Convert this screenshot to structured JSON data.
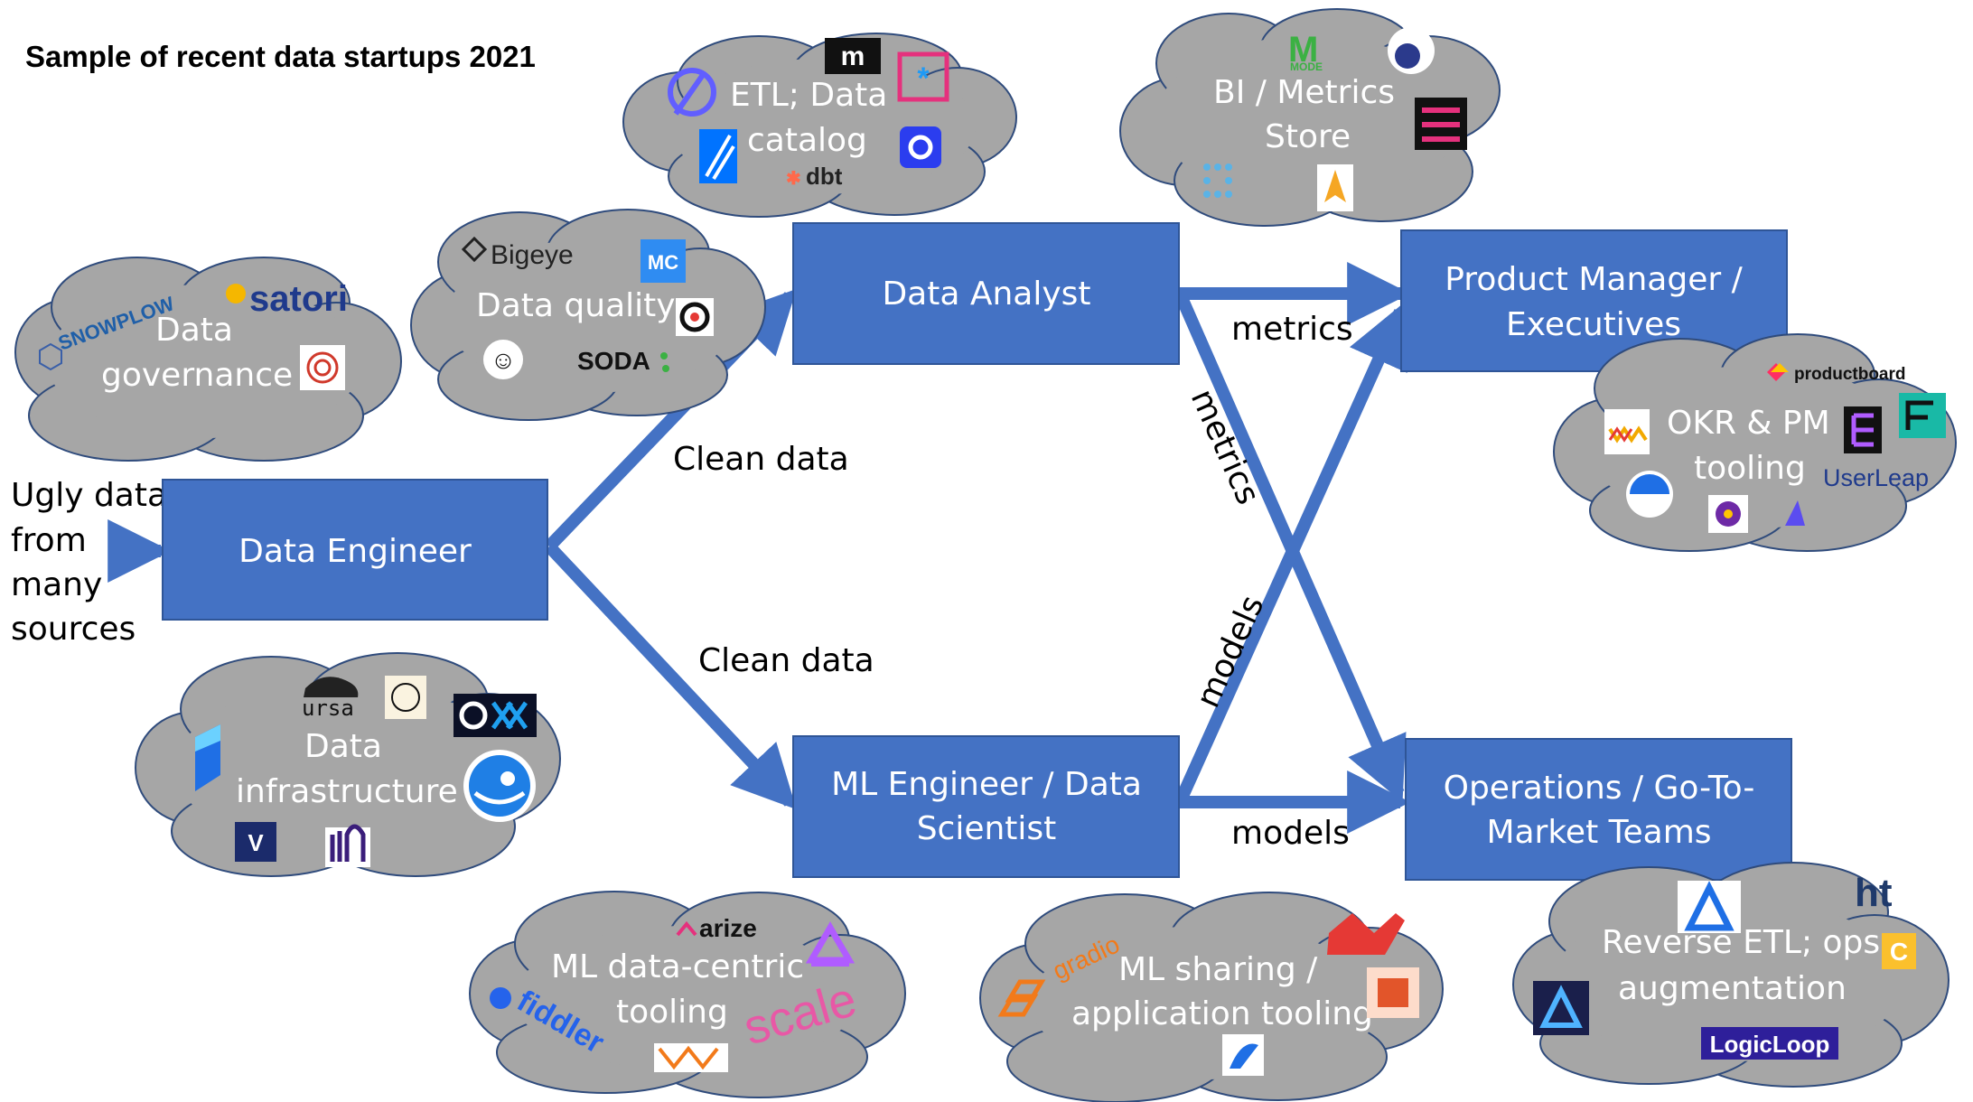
{
  "title": "Sample of recent data startups 2021",
  "source_label": [
    "Ugly data",
    "from",
    "many",
    "sources"
  ],
  "roles": {
    "data_engineer": [
      "Data Engineer"
    ],
    "data_analyst": [
      "Data Analyst"
    ],
    "ml_engineer": [
      "ML Engineer / Data",
      "Scientist"
    ],
    "product_manager": [
      "Product Manager /",
      "Executives"
    ],
    "operations": [
      "Operations / Go-To-",
      "Market Teams"
    ]
  },
  "edges": {
    "clean_data_top": "Clean data",
    "clean_data_bottom": "Clean data",
    "metrics_horizontal": "metrics",
    "metrics_diagonal": "metrics",
    "models_diagonal": "models",
    "models_horizontal": "models"
  },
  "clouds": {
    "etl": [
      "ETL; Data",
      "catalog"
    ],
    "bi": [
      "BI / Metrics",
      "Store"
    ],
    "governance": [
      "Data",
      "governance"
    ],
    "quality": [
      "Data quality"
    ],
    "okr": [
      "OKR & PM",
      "tooling"
    ],
    "infra": [
      "Data",
      "infrastructure"
    ],
    "ml_centric": [
      "ML data-centric",
      "tooling"
    ],
    "ml_sharing": [
      "ML sharing /",
      "application tooling"
    ],
    "reverse_etl": [
      "Reverse ETL; ops",
      "augmentation"
    ]
  },
  "logos": {
    "dbt": "dbt",
    "mode": "MODE",
    "snowplow": "SNOWPLOW",
    "satori": "satori",
    "bigeye": "Bigeye",
    "mc": "MC",
    "soda": "SODA",
    "productboard": "productboard",
    "userleap": "UserLeap",
    "ursa": "ursa",
    "arize": "arize",
    "fiddler": "fiddler",
    "scale": "scale",
    "gradio": "gradio",
    "ht": "ht",
    "logicloop": "LogicLoop"
  },
  "colors": {
    "box_fill": "#4472C4",
    "box_stroke": "#2F5597",
    "arrow": "#4472C4",
    "cloud_fill": "#A6A6A6",
    "cloud_stroke": "#2F4B7C",
    "text_on_fill": "#FFFFFF"
  }
}
